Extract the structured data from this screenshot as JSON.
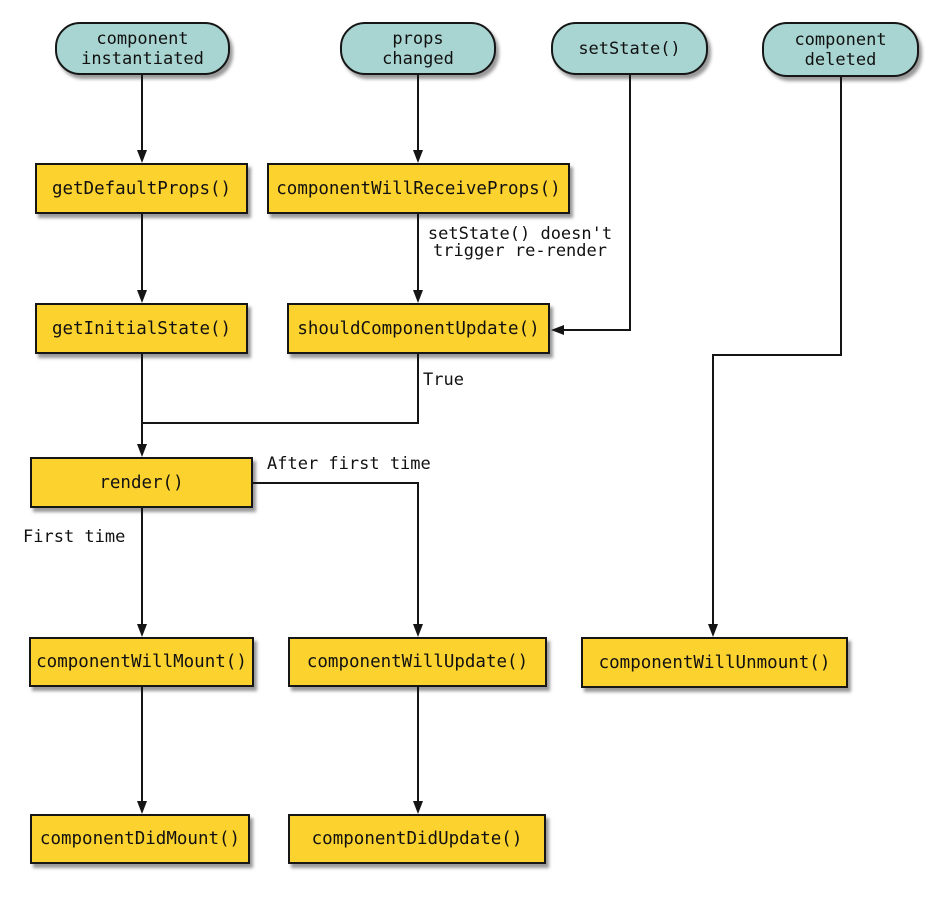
{
  "diagram": {
    "colors": {
      "pill_fill": "#a8d5d1",
      "box_fill": "#fcd22f",
      "line": "#151515",
      "background": "#ffffff"
    },
    "pills": [
      {
        "label": "component\ninstantiated"
      },
      {
        "label": "props\nchanged"
      },
      {
        "label": "setState()"
      },
      {
        "label": "component\ndeleted"
      }
    ],
    "boxes": [
      {
        "label": "getDefaultProps()"
      },
      {
        "label": "componentWillReceiveProps()"
      },
      {
        "label": "getInitialState()"
      },
      {
        "label": "shouldComponentUpdate()"
      },
      {
        "label": "render()"
      },
      {
        "label": "componentWillMount()"
      },
      {
        "label": "componentWillUpdate()"
      },
      {
        "label": "componentWillUnmount()"
      },
      {
        "label": "componentDidMount()"
      },
      {
        "label": "componentDidUpdate()"
      }
    ],
    "annotations": {
      "setstate_note": "setState() doesn't\ntrigger re-render",
      "true_label": "True",
      "after_first_time": "After first time",
      "first_time": "First time"
    }
  }
}
